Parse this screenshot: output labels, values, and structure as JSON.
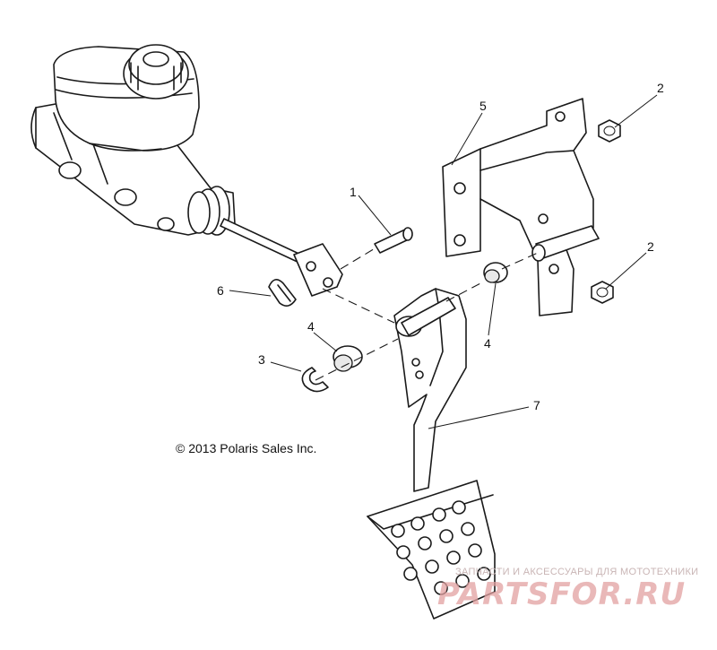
{
  "diagram": {
    "copyright": "© 2013 Polaris Sales Inc.",
    "callouts": {
      "c1": "1",
      "c2a": "2",
      "c2b": "2",
      "c3": "3",
      "c4a": "4",
      "c4b": "4",
      "c5": "5",
      "c6": "6",
      "c7": "7"
    },
    "watermark": {
      "tagline": "ЗАПЧАСТИ И АКСЕССУАРЫ ДЛЯ МОТОТЕХНИКИ",
      "logo": "PARTSFOR.RU"
    }
  }
}
